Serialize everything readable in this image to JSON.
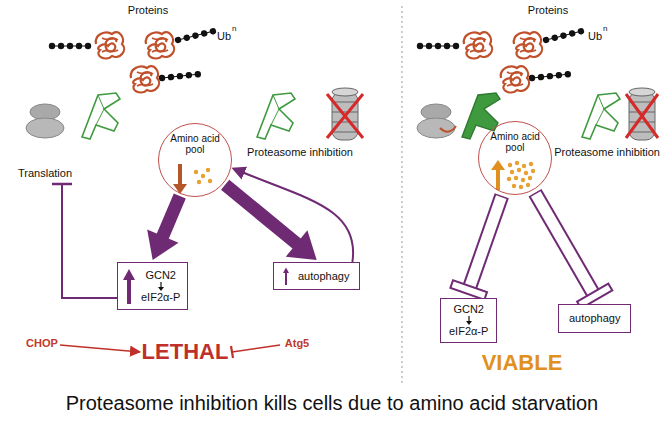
{
  "diagram": {
    "caption": "Proteasome inhibition kills cells due to amino acid starvation",
    "nodes": [
      {
        "text": [
          "Amino acid pool"
        ]
      },
      {
        "text": [
          "GCN2",
          "eIF2α-P"
        ]
      },
      {
        "text": [
          "autophagy"
        ]
      },
      {
        "text": [
          "Amino acid pool"
        ]
      },
      {
        "text": [
          "GCN2",
          "eIF2α-P"
        ]
      },
      {
        "text": [
          "autophagy"
        ]
      }
    ],
    "edges": [
      {
        "from": 0,
        "to": 1,
        "arrow": "to"
      },
      {
        "from": 0,
        "to": 2,
        "arrow": "to"
      },
      {
        "from": 2,
        "to": 0,
        "arrow": "to"
      },
      {
        "from": 3,
        "to": 4,
        "arrow": "none"
      },
      {
        "from": 3,
        "to": 5,
        "arrow": "none"
      }
    ],
    "labels": [
      "Proteins",
      "Ub",
      "n",
      "Translation",
      "Proteasome inhibition",
      "CHOP",
      "LETHAL",
      "Atg5",
      "Proteins",
      "Ub",
      "n",
      "Proteasome inhibition",
      "VIABLE"
    ]
  }
}
